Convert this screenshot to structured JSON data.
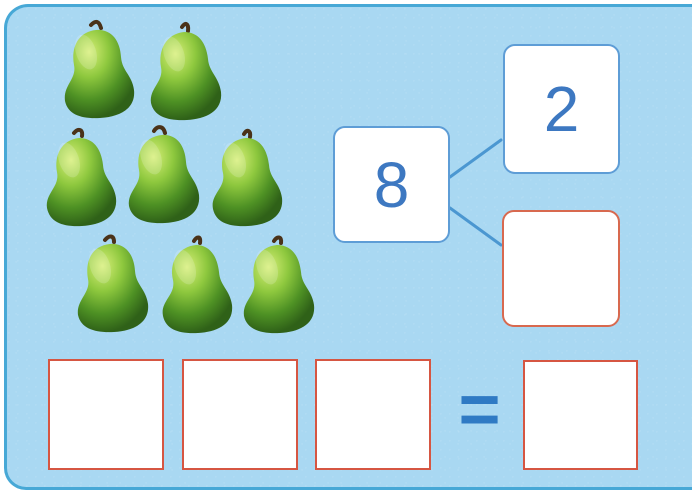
{
  "worksheet": {
    "number_bond": {
      "total": "8",
      "part_top": "2",
      "part_bottom": ""
    },
    "equation": {
      "first": "",
      "second": "",
      "third": "",
      "equals": "=",
      "answer": ""
    },
    "pear_count": 8
  },
  "icons": {
    "pear": "pear-icon"
  },
  "colors": {
    "background": "#a9d8f2",
    "frame": "#47a8d6",
    "blue_box_border": "#5e9dd6",
    "red_box_border": "#d8694f",
    "number": "#3d78c1",
    "equals": "#2f7ac4"
  }
}
